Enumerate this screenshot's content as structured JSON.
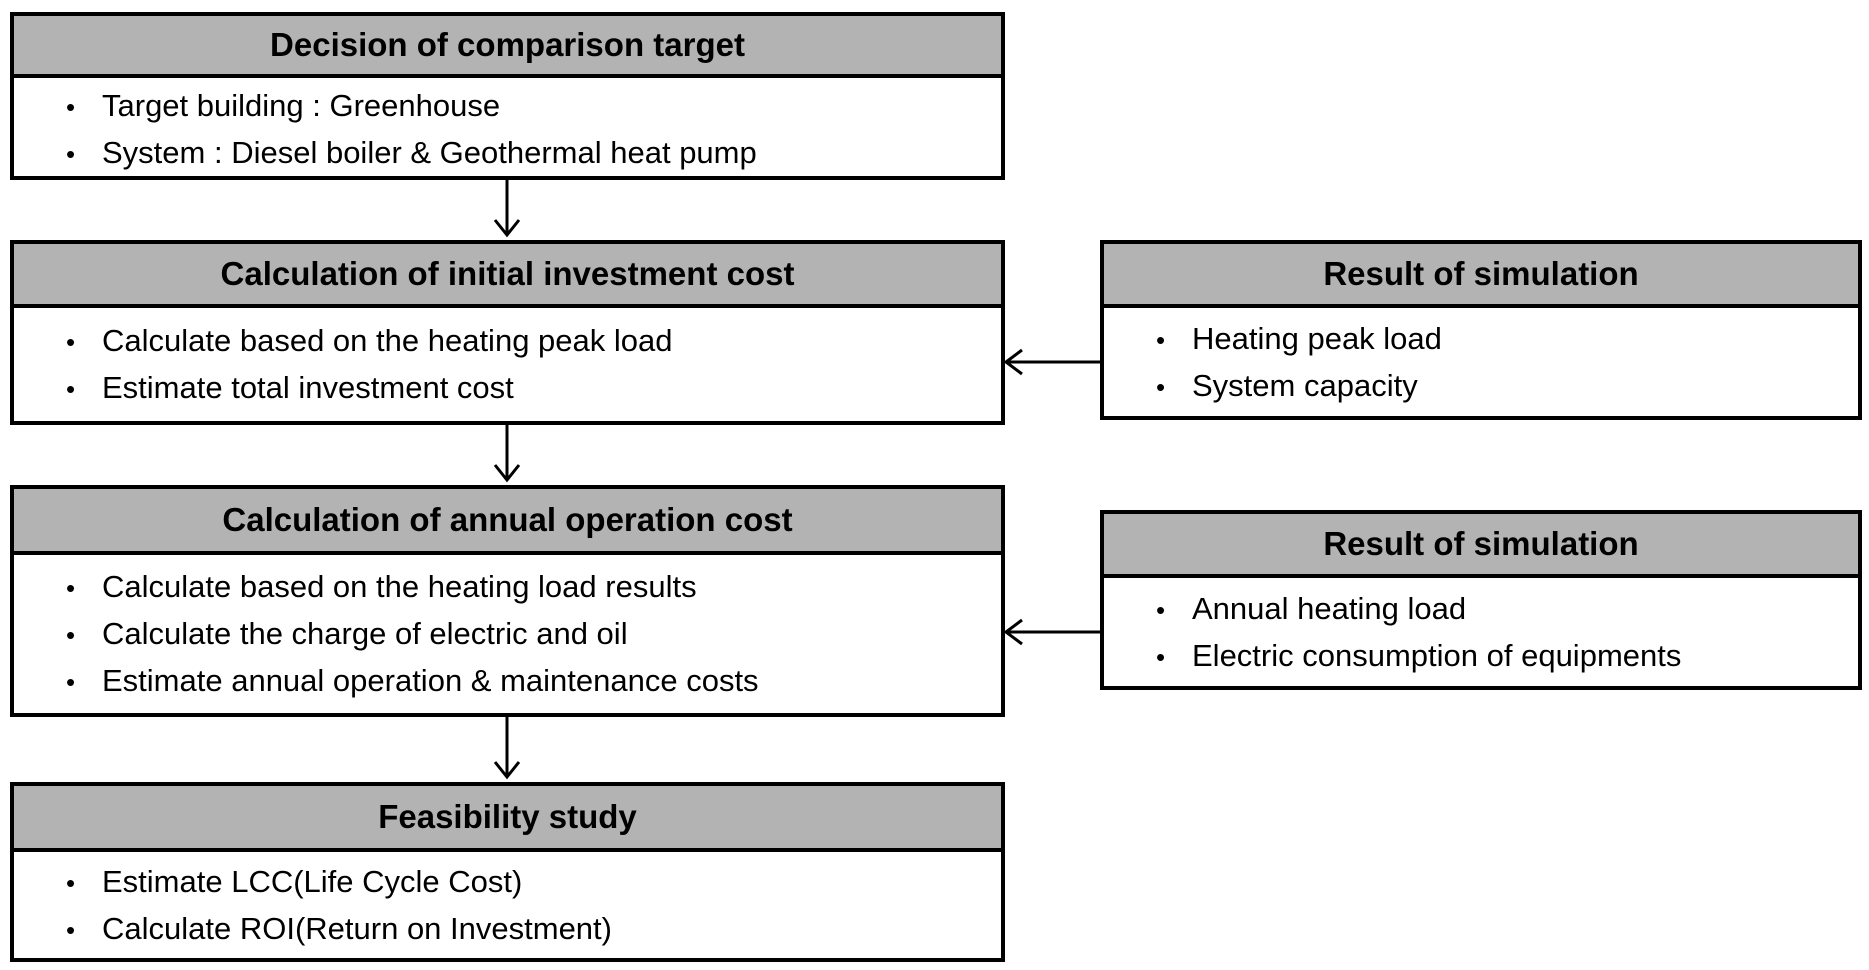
{
  "colors": {
    "header_bg": "#b3b3b3",
    "border": "#000000",
    "body_bg": "#ffffff",
    "text": "#000000"
  },
  "bullet_char": "•",
  "flow": [
    {
      "id": "decision-of-comparison-target",
      "title": "Decision of comparison target",
      "bullets": [
        "Target building : Greenhouse",
        "System : Diesel boiler & Geothermal heat pump"
      ]
    },
    {
      "id": "calculation-of-initial-investment-cost",
      "title": "Calculation of initial investment cost",
      "bullets": [
        "Calculate based on the heating peak load",
        "Estimate total investment cost"
      ]
    },
    {
      "id": "calculation-of-annual-operation-cost",
      "title": "Calculation of annual operation cost",
      "bullets": [
        "Calculate based on the heating load results",
        "Calculate the charge of electric and oil",
        "Estimate annual operation & maintenance costs"
      ]
    },
    {
      "id": "feasibility-study",
      "title": "Feasibility study",
      "bullets": [
        "Estimate LCC(Life Cycle Cost)",
        "Calculate ROI(Return on Investment)"
      ]
    }
  ],
  "side": [
    {
      "id": "result-of-simulation-1",
      "title": "Result of simulation",
      "bullets": [
        "Heating peak load",
        "System capacity"
      ]
    },
    {
      "id": "result-of-simulation-2",
      "title": "Result of simulation",
      "bullets": [
        "Annual heating load",
        "Electric consumption of equipments"
      ]
    }
  ]
}
